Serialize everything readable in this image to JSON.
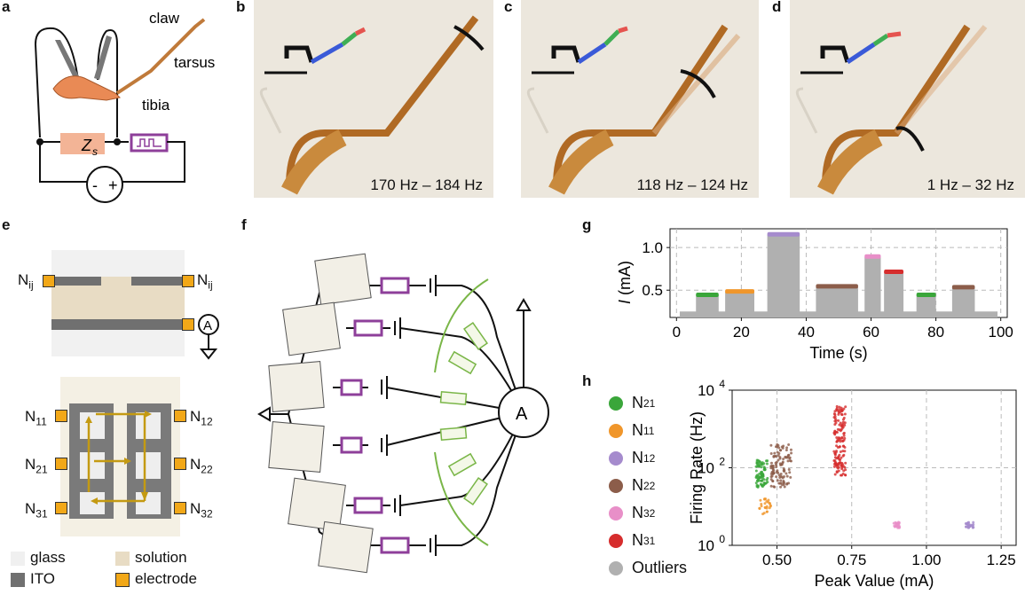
{
  "panels": {
    "a": "a",
    "b": "b",
    "c": "c",
    "d": "d",
    "e": "e",
    "f": "f",
    "g": "g",
    "h": "h"
  },
  "panel_a": {
    "claw": "claw",
    "tarsus": "tarsus",
    "tibia": "tibia",
    "zs": "Z",
    "zs_sub": "s",
    "minus": "-",
    "plus": "+"
  },
  "panel_b": {
    "freq": "170 Hz – 184 Hz"
  },
  "panel_c": {
    "freq": "118 Hz – 124 Hz"
  },
  "panel_d": {
    "freq": "1 Hz – 32 Hz"
  },
  "panel_e": {
    "top_left": "N",
    "top_left_sub": "ij",
    "top_right": "N",
    "top_right_sub": "ij",
    "ammeter": "A",
    "nodes": [
      {
        "n": "N",
        "s": "11"
      },
      {
        "n": "N",
        "s": "12"
      },
      {
        "n": "N",
        "s": "21"
      },
      {
        "n": "N",
        "s": "22"
      },
      {
        "n": "N",
        "s": "31"
      },
      {
        "n": "N",
        "s": "32"
      }
    ],
    "legend": {
      "glass": "glass",
      "solution": "solution",
      "ito": "ITO",
      "electrode": "electrode"
    }
  },
  "panel_f": {
    "ammeter": "A"
  },
  "colors": {
    "green": "#3aa63a",
    "orange": "#f0962b",
    "purple": "#a58bcd",
    "brown": "#8c5d4a",
    "pink": "#e88fc8",
    "red": "#d62d2d",
    "gray": "#b0b0b0",
    "electrode": "#f2a818",
    "arrow": "#c49a12",
    "resistor": "#8e3f9a",
    "zs": "#f3b496",
    "network": "#7ab648"
  },
  "chart_data": [
    {
      "type": "area",
      "ylabel_italic": "I",
      "ylabel": " (mA)",
      "xlabel": "Time (s)",
      "xlim": [
        -2,
        102
      ],
      "ylim": [
        0.18,
        1.22
      ],
      "xticks": [
        "0",
        "20",
        "40",
        "60",
        "80",
        "100"
      ],
      "yticks": [
        "0.5",
        "1.0"
      ],
      "baseline": 0.25,
      "segments": [
        {
          "x0": 6,
          "x1": 13,
          "y": 0.44,
          "color": "green"
        },
        {
          "x0": 15,
          "x1": 24,
          "y": 0.48,
          "color": "orange"
        },
        {
          "x0": 28,
          "x1": 38,
          "y": 1.15,
          "color": "purple"
        },
        {
          "x0": 43,
          "x1": 56,
          "y": 0.54,
          "color": "brown"
        },
        {
          "x0": 58,
          "x1": 63,
          "y": 0.89,
          "color": "pink"
        },
        {
          "x0": 64,
          "x1": 70,
          "y": 0.71,
          "color": "red"
        },
        {
          "x0": 74,
          "x1": 80,
          "y": 0.44,
          "color": "green"
        },
        {
          "x0": 85,
          "x1": 92,
          "y": 0.53,
          "color": "brown"
        }
      ],
      "grid": true
    },
    {
      "type": "scatter",
      "xlabel": "Peak Value (mA)",
      "ylabel": "Firing Rate (Hz)",
      "xlim": [
        0.35,
        1.3
      ],
      "ylog": true,
      "ylim_exp": [
        0,
        4
      ],
      "xticks": [
        "0.50",
        "0.75",
        "1.00",
        "1.25"
      ],
      "xtick_vals": [
        0.5,
        0.75,
        1.0,
        1.25
      ],
      "yticks": [
        {
          "b": "10",
          "e": "0"
        },
        {
          "b": "10",
          "e": "2"
        },
        {
          "b": "10",
          "e": "4"
        }
      ],
      "clusters": [
        {
          "name": "N21",
          "color": "green",
          "x": [
            0.43,
            0.47
          ],
          "logy": [
            1.5,
            2.2
          ]
        },
        {
          "name": "N11",
          "color": "orange",
          "x": [
            0.44,
            0.48
          ],
          "logy": [
            0.8,
            1.2
          ]
        },
        {
          "name": "N12",
          "color": "purple",
          "x": [
            1.13,
            1.16
          ],
          "logy": [
            0.45,
            0.6
          ]
        },
        {
          "name": "N22",
          "color": "brown",
          "x": [
            0.48,
            0.55
          ],
          "logy": [
            1.5,
            2.6
          ]
        },
        {
          "name": "N32",
          "color": "pink",
          "x": [
            0.89,
            0.91
          ],
          "logy": [
            0.45,
            0.6
          ]
        },
        {
          "name": "N31",
          "color": "red",
          "x": [
            0.69,
            0.73
          ],
          "logy": [
            1.8,
            3.6
          ]
        }
      ],
      "legend": [
        {
          "n": "N",
          "s": "21",
          "color": "green"
        },
        {
          "n": "N",
          "s": "11",
          "color": "orange"
        },
        {
          "n": "N",
          "s": "12",
          "color": "purple"
        },
        {
          "n": "N",
          "s": "22",
          "color": "brown"
        },
        {
          "n": "N",
          "s": "32",
          "color": "pink"
        },
        {
          "n": "N",
          "s": "31",
          "color": "red"
        },
        {
          "n": "Outliers",
          "s": "",
          "color": "gray"
        }
      ]
    }
  ]
}
